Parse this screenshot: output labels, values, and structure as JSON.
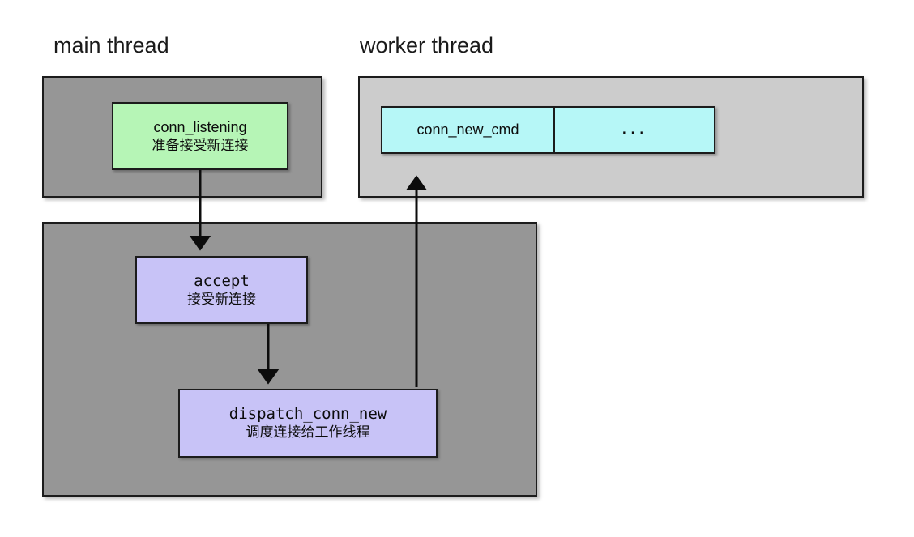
{
  "diagram": {
    "title_main": "main thread",
    "title_worker": "worker thread",
    "lanes": [
      {
        "id": "main-top",
        "label": "main thread",
        "color": "#969696"
      },
      {
        "id": "main-bottom",
        "label": "main thread",
        "color": "#969696"
      },
      {
        "id": "worker",
        "label": "worker thread",
        "color": "#cccccc"
      }
    ],
    "nodes": [
      {
        "id": "conn-listening",
        "name": "conn_listening",
        "desc": "准备接受新连接",
        "color": "#b6f5b6"
      },
      {
        "id": "accept",
        "name": "accept",
        "desc": "接受新连接",
        "color": "#c8c3f7"
      },
      {
        "id": "dispatch-conn-new",
        "name": "dispatch_conn_new",
        "desc": "调度连接给工作线程",
        "color": "#c8c3f7"
      }
    ],
    "queue": {
      "color": "#b6f7f7",
      "cells": [
        {
          "label": "conn_new_cmd"
        },
        {
          "label": "..."
        }
      ]
    },
    "arrows": [
      {
        "id": "listening-to-accept",
        "from": "conn-listening",
        "to": "accept",
        "direction": "down"
      },
      {
        "id": "accept-to-dispatch",
        "from": "accept",
        "to": "dispatch-conn-new",
        "direction": "down"
      },
      {
        "id": "dispatch-to-queue",
        "from": "dispatch-conn-new",
        "to": "queue",
        "direction": "up"
      }
    ]
  }
}
